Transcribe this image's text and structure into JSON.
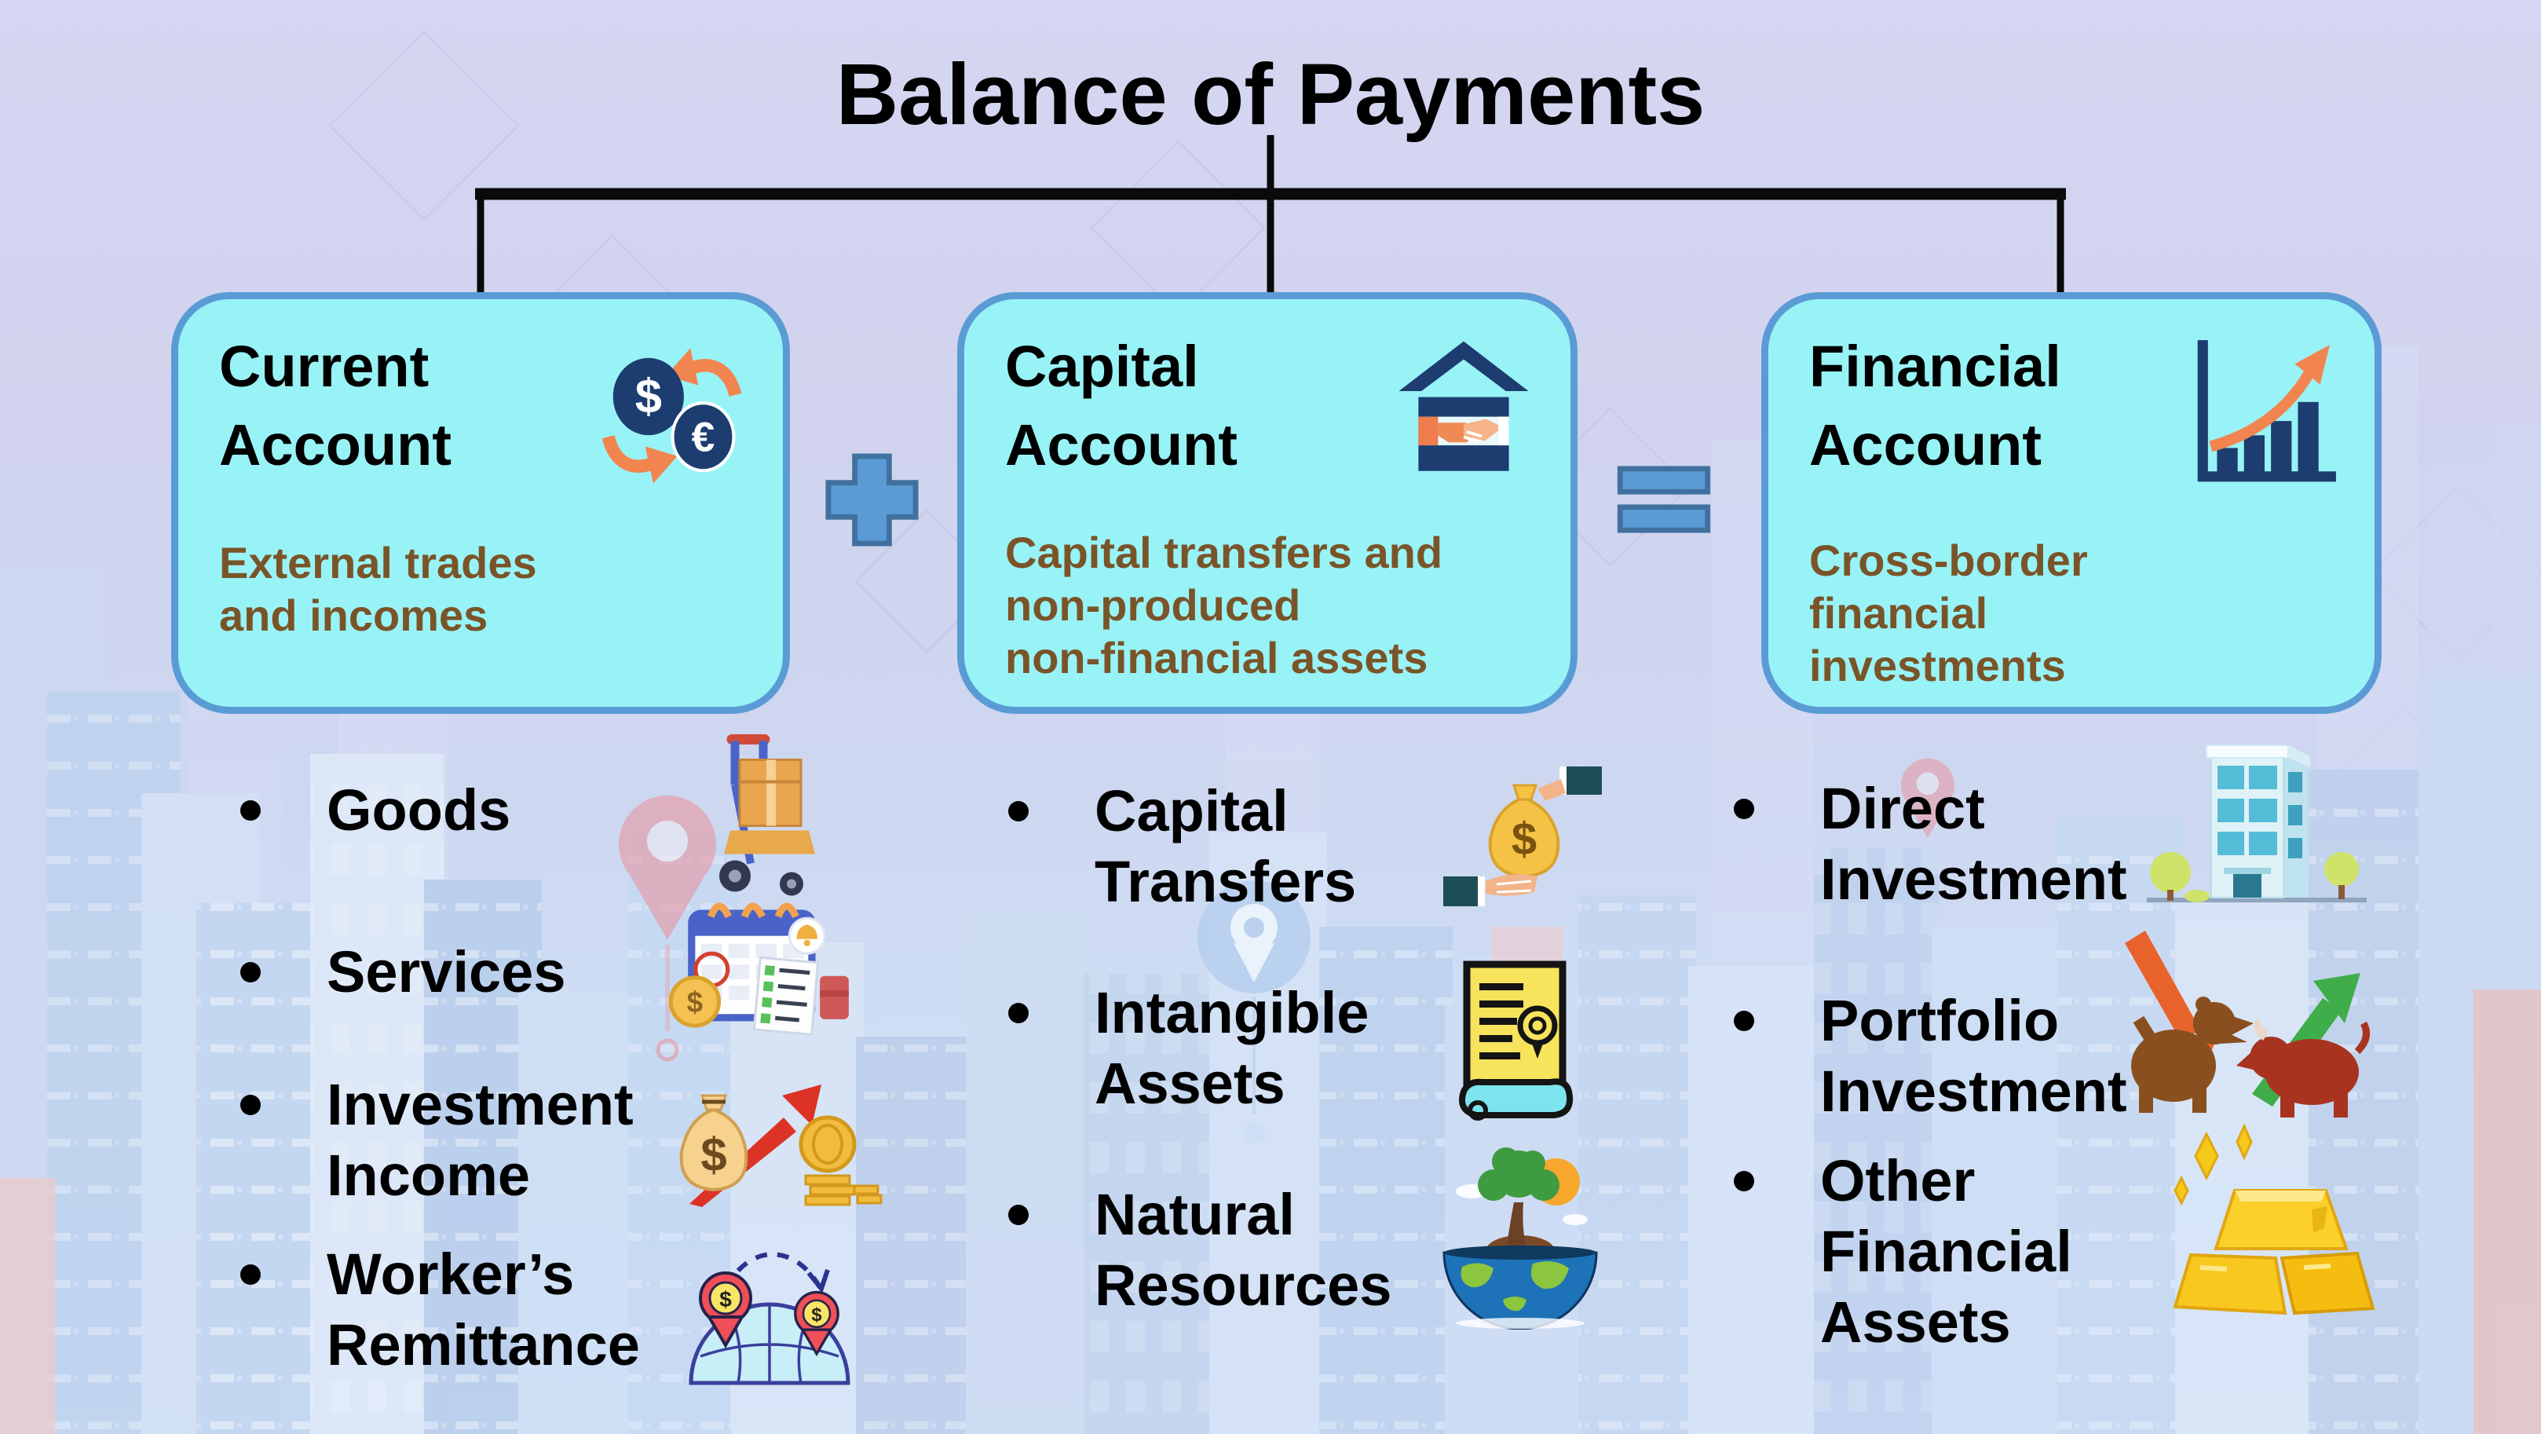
{
  "title": "Balance of Payments",
  "colors": {
    "background_top": "#d2d4ee",
    "background_bottom": "#cfe2f7",
    "box_fill": "#98f3f6",
    "box_border": "#5b9bd5",
    "operator_fill": "#5b9bd5",
    "operator_border": "#40719e",
    "description_brown": "#7a5429",
    "text_black": "#000000",
    "connector_black": "#0a0a0a"
  },
  "operators": {
    "plus": "+",
    "equals": "="
  },
  "columns": [
    {
      "box": {
        "title": "Current\nAccount",
        "description": "External trades\nand incomes",
        "icon": "currency-exchange-icon"
      },
      "items": [
        {
          "label": "Goods",
          "icon": "hand-truck-icon"
        },
        {
          "label": "Services",
          "icon": "calendar-invoice-icon"
        },
        {
          "label": "Investment\nIncome",
          "icon": "money-bag-growth-icon"
        },
        {
          "label": "Worker’s\nRemittance",
          "icon": "globe-remittance-icon"
        }
      ]
    },
    {
      "box": {
        "title": "Capital\nAccount",
        "description": "Capital transfers and\nnon-produced\nnon-financial assets",
        "icon": "house-handshake-icon"
      },
      "items": [
        {
          "label": "Capital\nTransfers",
          "icon": "money-bag-hand-icon"
        },
        {
          "label": "Intangible\nAssets",
          "icon": "certificate-icon"
        },
        {
          "label": "Natural\nResources",
          "icon": "earth-tree-icon"
        }
      ]
    },
    {
      "box": {
        "title": "Financial\nAccount",
        "description": "Cross-border\nfinancial\ninvestments",
        "icon": "growth-chart-icon"
      },
      "items": [
        {
          "label": "Direct\nInvestment",
          "icon": "office-building-icon"
        },
        {
          "label": "Portfolio\nInvestment",
          "icon": "bear-bull-icon"
        },
        {
          "label": "Other\nFinancial\nAssets",
          "icon": "gold-bars-icon"
        }
      ]
    }
  ]
}
